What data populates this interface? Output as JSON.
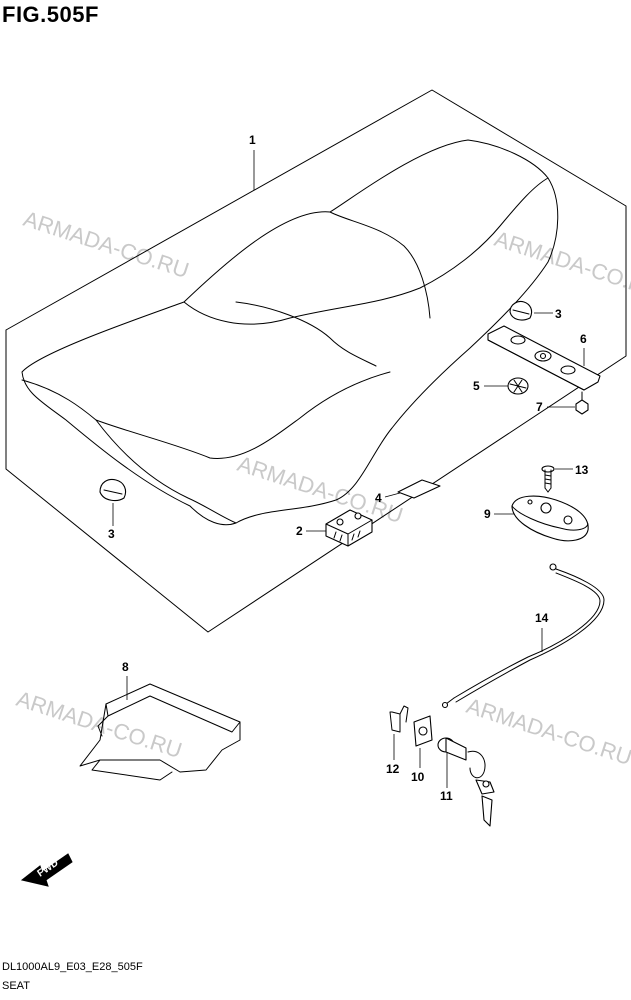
{
  "figure": {
    "title": "FIG.505F",
    "code": "DL1000AL9_E03_E28_505F",
    "subtitle": "SEAT"
  },
  "watermark": "ARMADA-CO.RU",
  "fwd_label": "FWD",
  "callouts": {
    "c1": "1",
    "c2": "2",
    "c3a": "3",
    "c3b": "3",
    "c4": "4",
    "c5": "5",
    "c6": "6",
    "c7": "7",
    "c8": "8",
    "c9": "9",
    "c10": "10",
    "c11": "11",
    "c12": "12",
    "c13": "13",
    "c14": "14"
  }
}
